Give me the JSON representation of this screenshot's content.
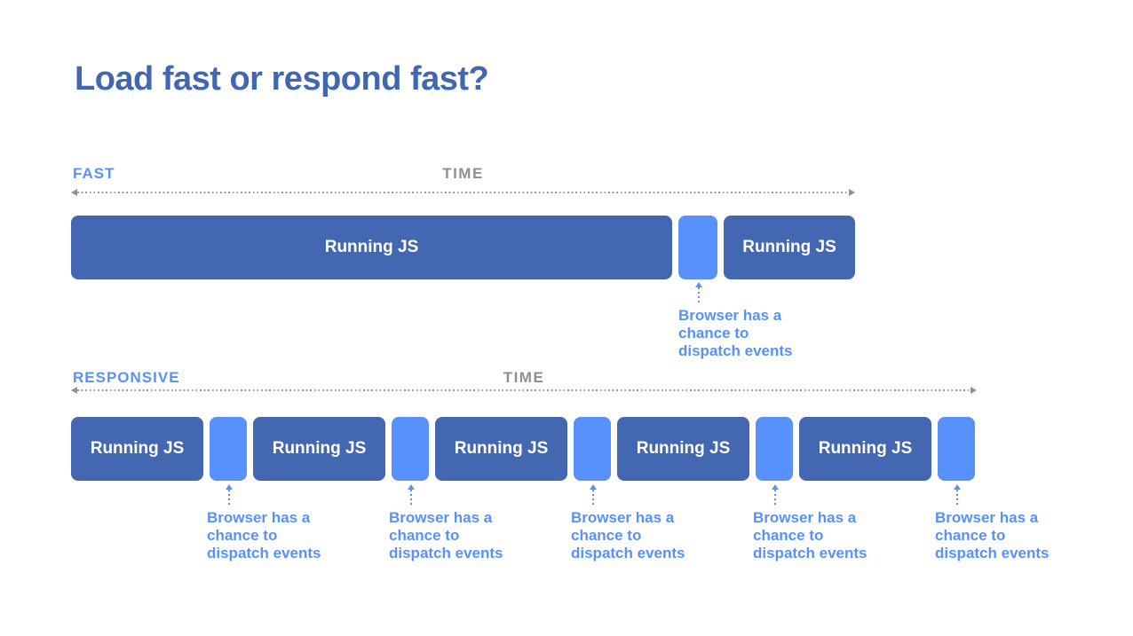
{
  "slide": {
    "title": "Load fast or respond fast?"
  },
  "colors": {
    "running_js_fill": "#4368B1",
    "idle_gap_fill": "#5890FC",
    "title_text": "#4267B2",
    "timeline_name_text": "#5890FC",
    "time_axis_label_text": "#8E8E93",
    "axis_dots": "#9A9DA8",
    "annotation_text": "#5890FC",
    "background": "#FFFFFF"
  },
  "fast": {
    "label": "FAST",
    "time_label": "TIME",
    "blocks": [
      {
        "type": "running-js",
        "label": "Running JS"
      },
      {
        "type": "idle-gap",
        "label": ""
      },
      {
        "type": "running-js",
        "label": "Running JS"
      }
    ],
    "annotations": [
      {
        "text": "Browser has a\nchance to\ndispatch events"
      }
    ]
  },
  "responsive": {
    "label": "RESPONSIVE",
    "time_label": "TIME",
    "blocks": [
      {
        "type": "running-js",
        "label": "Running JS"
      },
      {
        "type": "idle-gap",
        "label": ""
      },
      {
        "type": "running-js",
        "label": "Running JS"
      },
      {
        "type": "idle-gap",
        "label": ""
      },
      {
        "type": "running-js",
        "label": "Running JS"
      },
      {
        "type": "idle-gap",
        "label": ""
      },
      {
        "type": "running-js",
        "label": "Running JS"
      },
      {
        "type": "idle-gap",
        "label": ""
      },
      {
        "type": "running-js",
        "label": "Running JS"
      },
      {
        "type": "idle-gap",
        "label": ""
      }
    ],
    "annotations": [
      {
        "text": "Browser has a\nchance to\ndispatch events"
      },
      {
        "text": "Browser has a\nchance to\ndispatch events"
      },
      {
        "text": "Browser has a\nchance to\ndispatch events"
      },
      {
        "text": "Browser has a\nchance to\ndispatch events"
      },
      {
        "text": "Browser has a\nchance to\ndispatch events"
      }
    ]
  }
}
